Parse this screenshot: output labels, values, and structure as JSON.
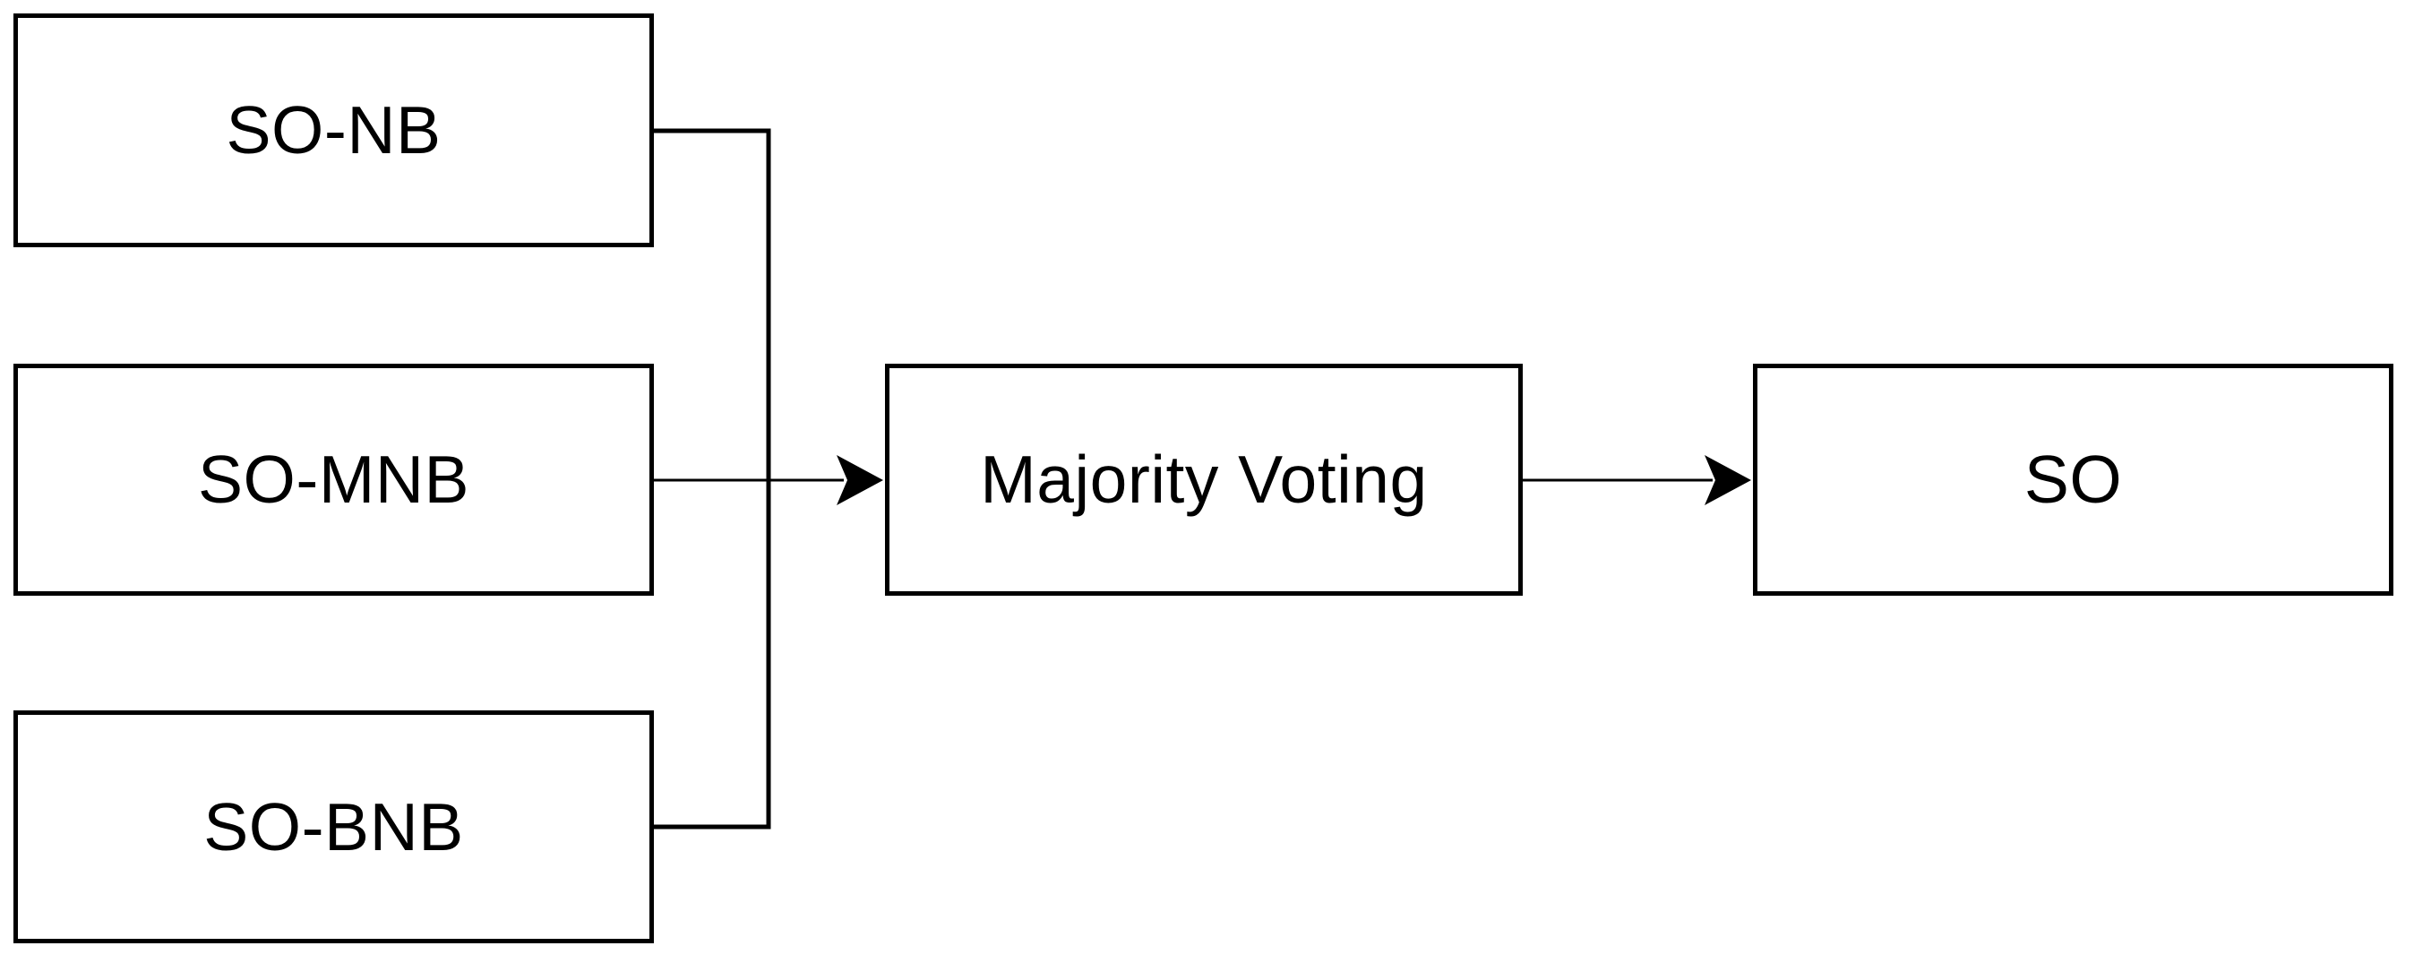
{
  "diagram": {
    "type": "flowchart",
    "nodes": [
      {
        "id": "so-nb",
        "label": "SO-NB"
      },
      {
        "id": "so-mnb",
        "label": "SO-MNB"
      },
      {
        "id": "so-bnb",
        "label": "SO-BNB"
      },
      {
        "id": "voting",
        "label": "Majority Voting"
      },
      {
        "id": "so",
        "label": "SO"
      }
    ],
    "edges": [
      {
        "from": "so-nb",
        "to": "voting",
        "style": "elbow-merge",
        "arrowhead": false
      },
      {
        "from": "so-mnb",
        "to": "voting",
        "style": "straight",
        "arrowhead": true
      },
      {
        "from": "so-bnb",
        "to": "voting",
        "style": "elbow-merge",
        "arrowhead": false
      },
      {
        "from": "voting",
        "to": "so",
        "style": "straight",
        "arrowhead": true
      }
    ],
    "colors": {
      "stroke": "#000000",
      "node_fill": "#ffffff",
      "text": "#000000",
      "background": "#ffffff"
    }
  }
}
